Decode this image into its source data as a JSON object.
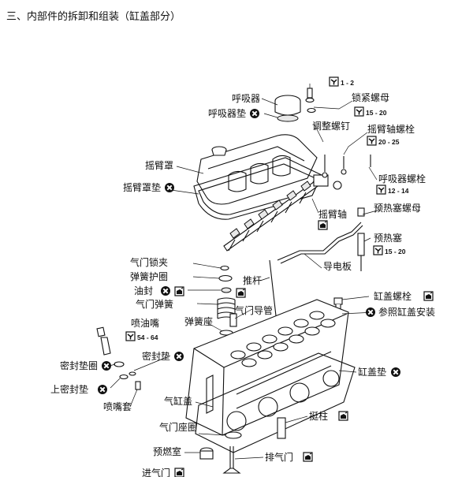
{
  "heading": "三、内部件的拆卸和组装（缸盖部分）",
  "labels": {
    "breather": "呼吸器",
    "breather_gasket": "呼吸器垫",
    "locknut": "锁紧螺母",
    "adjust_screw": "调整螺钉",
    "rocker_shaft_bolt": "摇臂轴螺栓",
    "breather_bolt": "呼吸器螺栓",
    "rocker_cover": "摇臂罩",
    "rocker_cover_gasket": "摇臂罩垫",
    "rocker_shaft": "摇臂轴",
    "glow_plug_nut": "预热塞螺母",
    "glow_plug": "预热塞",
    "conductor_plate": "导电板",
    "valve_cotter": "气门锁夹",
    "spring_retainer": "弹簧护圈",
    "oil_seal": "油封",
    "valve_spring": "气门弹簧",
    "pushrod": "推杆",
    "valve_guide": "气门导管",
    "spring_seat": "弹簧座",
    "injector": "喷油嘴",
    "head_bolt": "缸盖螺栓",
    "head_bolt_note": "参照缸盖安装",
    "seal_gasket": "密封垫",
    "seal_washer": "密封垫圈",
    "upper_seal_pad": "上密封垫",
    "nozzle_sleeve": "喷嘴套",
    "cylinder_head": "气缸盖",
    "head_gasket": "缸盖垫",
    "valve_seat": "气门座圈",
    "tappet": "挺柱",
    "precombustion": "预燃室",
    "exhaust_valve": "排气门",
    "intake_valve": "进气门"
  },
  "torques": {
    "breather_nut": "1 - 2",
    "locknut": "15 - 20",
    "rocker_shaft_bolt": "20 - 25",
    "breather_bolt": "12 - 14",
    "glow_plug": "15 - 20",
    "injector": "54 - 64"
  },
  "icons": {
    "replace": "x-circle-icon",
    "torque": "torque-wrench-icon",
    "lube": "oil-can-icon"
  }
}
